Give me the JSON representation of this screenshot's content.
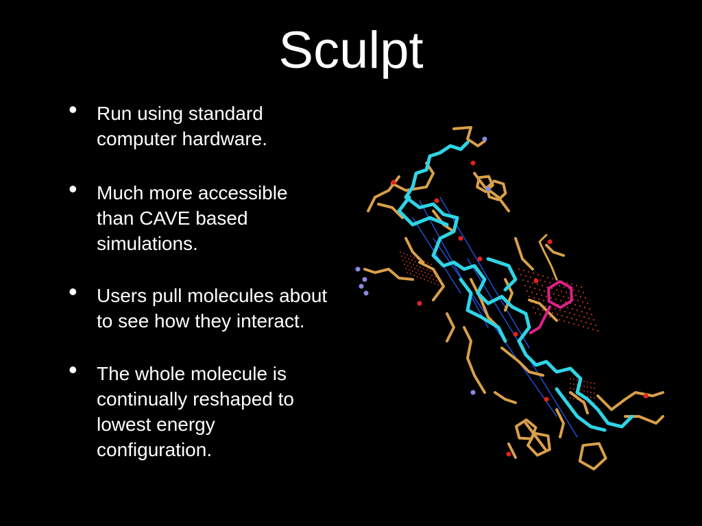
{
  "slide": {
    "title": "Sculpt",
    "bullets": [
      {
        "marker": "•",
        "text": "Run using standard computer hardware."
      },
      {
        "marker": "•",
        "text": "Much more accessible than CAVE based simulations."
      },
      {
        "marker": "•",
        "text": "Users pull molecules about to see how they interact."
      },
      {
        "marker": "•",
        "text": "The whole molecule is continually reshaped to lowest energy configuration."
      }
    ]
  },
  "figure": {
    "subject": "molecule-stick-model",
    "colors": {
      "background": "#000000",
      "backbone": "#2fd4e6",
      "side_chain": "#d9a04a",
      "hydrogen_bond": "#1f4fd8",
      "oxygen": "#e0241b",
      "nitrogen": "#8a8ae6",
      "ligand": "#e0208a",
      "surface_mesh": "#c8321c"
    }
  }
}
